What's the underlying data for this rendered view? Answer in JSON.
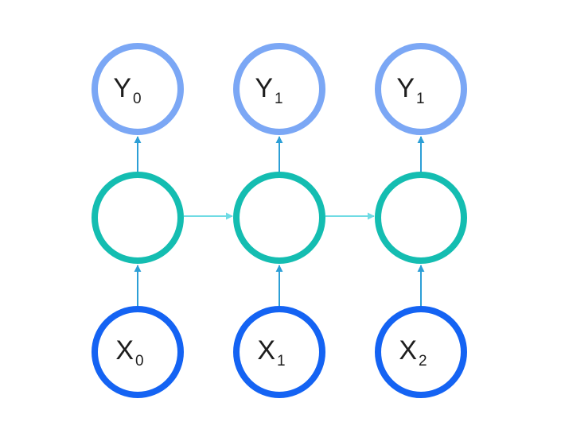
{
  "colors": {
    "output_node": "#7ba7f5",
    "hidden_node": "#14bdb1",
    "input_node": "#1463f3",
    "edge_vertical": "#2c9fd6",
    "edge_horizontal": "#6fdbe4"
  },
  "outputs": [
    {
      "letter": "Y",
      "sub": "0"
    },
    {
      "letter": "Y",
      "sub": "1"
    },
    {
      "letter": "Y",
      "sub": "1"
    }
  ],
  "inputs": [
    {
      "letter": "X",
      "sub": "0"
    },
    {
      "letter": "X",
      "sub": "1"
    },
    {
      "letter": "X",
      "sub": "2"
    }
  ]
}
